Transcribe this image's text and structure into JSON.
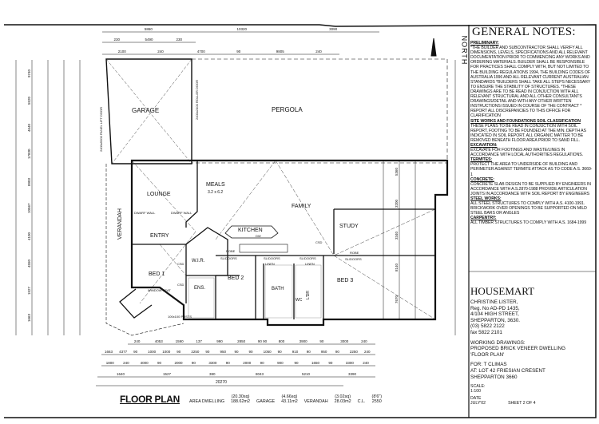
{
  "general_notes": {
    "title": "GENERAL NOTES:",
    "sections": [
      {
        "heading": "PRELIMINARY:",
        "body": "*THE BUILDER AND SUBCONTRACTOR SHALL VERIFY ALL DIMENSIONS, LEVELS, SPECIFICATIONS AND ALL RELEVANT DOCUMENTATION PRIOR TO COMMENCING ANY WORKS AND ORDERING MATERIALS. BUILDER SHALL BE RESPONSIBLE FOR PRACTICES SHALL COMPLY WITH, BUT NOT LIMITED TO THE BUILDING REGULATIONS 1994, THE BUILDING CODES OF AUSTRALIA 1996 AND ALL RELEVANT CURRENT AUSTRALIAN STANDARDS *BUILDERS SHALL TAKE ALL STEPS NECESSARY TO ENSURE THE STABILITY OF STRUCTURES. *THESE DRAWINGS ARE TO BE READ IN CONJUCTION WITH ALL RELEVANT STRUCTURAL AND ALL OTHER CONSULTANTS DRAWINGS/DETAIL AND WITH ANY OTHER WRITTEN INSTRUCTIONS ISSUED IN COURSE OF THE CONTRACT * REPORT ALL DISCREPANCIES TO THIS OFFICE FOR CLARIFICATION"
      },
      {
        "heading": "SITE WORKS AND FOUNDATIONS SOIL CLASSIFICATION",
        "body": "THESE PLANS TO BE READ IN CONJUCTION WITH SOIL REPORT, FOOTING TO BE FOUNDED AT THE MIN. DEPTH AS INDICATED IN SOIL REPORT. ALL ORGANIC MATTER TO BE REMOVED BENEATH FLOOR AREA PRIOR TO SAND FILL."
      },
      {
        "heading": "EXCAVATION:",
        "body": "EXCAVATE FOR FOOTINGS AND WASTE/LINES IN ACCORDANCE WITH LOCAL AUTHORITIES REGULATIONS."
      },
      {
        "heading": "TERMITES:",
        "body": "PROTECT THE AREA TO UNDERSIDE OF BUILDING AND PERIMETER AGAINST TERMITE ATTACK AS TO CODE A.S. 3660-1"
      },
      {
        "heading": "CONCRETE:",
        "body": "CONCRETE SLAB DESIGN TO BE SUPPLIED BY ENGINEERS IN ACCORDANCE WITH A.S.2870-1988 PROVIDE ARTICULATION JOINTS IN ACCORDANCE WITH SOIL REPORT BY ENGINEERS"
      },
      {
        "heading": "STEEL WORKS:",
        "body": "ALL STEEL STRUCTURES TO COMPLY WITH A.S. 4100-1991. BRICKWORK OVER OPENINGS TO BE SUPPORTED ON MILD STEEL BARS OR ANGLES"
      },
      {
        "heading": "CARPENTRY:",
        "body": "ALL TIMBER STRUCTURES TO COMPLY WITH A.S. 1684-1999"
      }
    ]
  },
  "title_block": {
    "company": "HOUSEMART",
    "address": "CHRISTINE LISTER,\nReg. No AD-PD 1435,\n4/104 HIGH STREET,\nSHEPPARTON, 3630.\n(03) 5822 2122\nfax 5822 2101",
    "drawing": "WORKING DRAWINGS:\nPROPOSED BRICK VENEER DWELLING\n'FLOOR PLAN'",
    "client": "FOR:  T CLIMAS\nAT:   LOT 42 FRIESIAN CRESENT\n         SHEPPARTON 3660",
    "scale_label": "SCALE:",
    "scale": "1:100",
    "date_label": "DATE",
    "date": "JULY'02",
    "sheet": "SHEET 2 OF 4"
  },
  "north_label": "NORTH",
  "rooms": {
    "garage": "GARAGE",
    "pergola": "PERGOLA",
    "meals": "MEALS",
    "meals_size": "3.2 x 6.2",
    "lounge": "LOUNGE",
    "family": "FAMILY",
    "entry": "ENTRY",
    "kitchen": "KITCHEN",
    "study": "STUDY",
    "verandah": "VERANDAH",
    "wir": "W.I.R.",
    "bed1": "BED 1",
    "bed2": "BED 2",
    "bed3": "BED 3",
    "ens": "ENS.",
    "bath": "BATH",
    "wc": "WC",
    "ldr": "L'DR",
    "robe": "ROBE",
    "sl_doors": "SL/DOORS",
    "linen": "LINEN",
    "csd": "CSD",
    "dw": "DW",
    "dwarf_wall": "DWARF WALL",
    "window_seat": "WINDOW SEAT",
    "posts": "100x100 POSTS",
    "garage_door": "2400x5000 PANEL LIFT DOOR",
    "roller_door": "2400x2400 ROLLER DOOR"
  },
  "dimensions": {
    "top": [
      "5860",
      "10320",
      "3090"
    ],
    "top2": [
      "230",
      "5490",
      "230"
    ],
    "top3": [
      "2100",
      "240",
      "4700",
      "90",
      "9805",
      "240"
    ],
    "bottom1": [
      "240",
      "4053",
      "1590",
      "137",
      "990",
      "2850",
      "90 90",
      "800",
      "3900",
      "90",
      "3000",
      "240"
    ],
    "bottom2": [
      "1663",
      "4377",
      "90",
      "1000",
      "1000",
      "90",
      "2250",
      "90",
      "950",
      "90",
      "90",
      "1050",
      "90",
      "910",
      "90",
      "950",
      "90",
      "2250",
      "240"
    ],
    "bottom3": [
      "1800",
      "240",
      "4000",
      "90",
      "2000",
      "90",
      "3300",
      "90",
      "2000",
      "90",
      "900",
      "90",
      "1650",
      "90",
      "3300",
      "240"
    ],
    "bottom4": [
      "1640",
      "1527",
      "380",
      "8043",
      "5210",
      "3390"
    ],
    "overall": "20270",
    "left": [
      "9740",
      "5520",
      "4640",
      "17830",
      "8903",
      "10567",
      "4100",
      "4550",
      "1527",
      "1663"
    ],
    "right": [
      "5360",
      "3200",
      "3340",
      "8140",
      "7670"
    ]
  },
  "footer": {
    "title": "FLOOR PLAN",
    "area_dwelling_label": "AREA DWELLING",
    "area_dwelling_sq": "(20.30sq)",
    "area_dwelling": "188.62m2",
    "garage_label": "GARAGE",
    "garage_sq": "(4.66sq)",
    "garage": "43.11m2",
    "verandah_label": "VERANDAH",
    "verandah_sq": "(3.02sq)",
    "verandah": "28.03m2",
    "cl_label": "C.L.",
    "cl_ft": "(8'6\")",
    "cl": "2550"
  }
}
